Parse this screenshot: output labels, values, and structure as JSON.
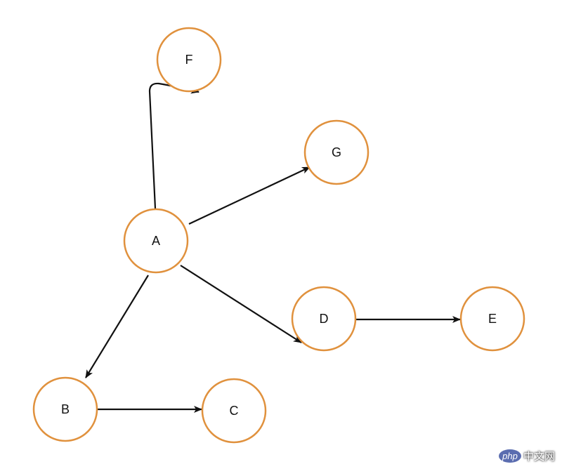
{
  "colors": {
    "node_stroke": "#e0913d",
    "edge": "#111111"
  },
  "nodes": [
    {
      "id": "A",
      "label": "A"
    },
    {
      "id": "B",
      "label": "B"
    },
    {
      "id": "C",
      "label": "C"
    },
    {
      "id": "D",
      "label": "D"
    },
    {
      "id": "E",
      "label": "E"
    },
    {
      "id": "F",
      "label": "F"
    },
    {
      "id": "G",
      "label": "G"
    }
  ],
  "edges": [
    {
      "from": "A",
      "to": "F"
    },
    {
      "from": "A",
      "to": "G"
    },
    {
      "from": "A",
      "to": "D"
    },
    {
      "from": "A",
      "to": "B"
    },
    {
      "from": "B",
      "to": "C"
    },
    {
      "from": "D",
      "to": "E"
    }
  ],
  "watermark": {
    "logo": "php",
    "text": "中文网"
  }
}
